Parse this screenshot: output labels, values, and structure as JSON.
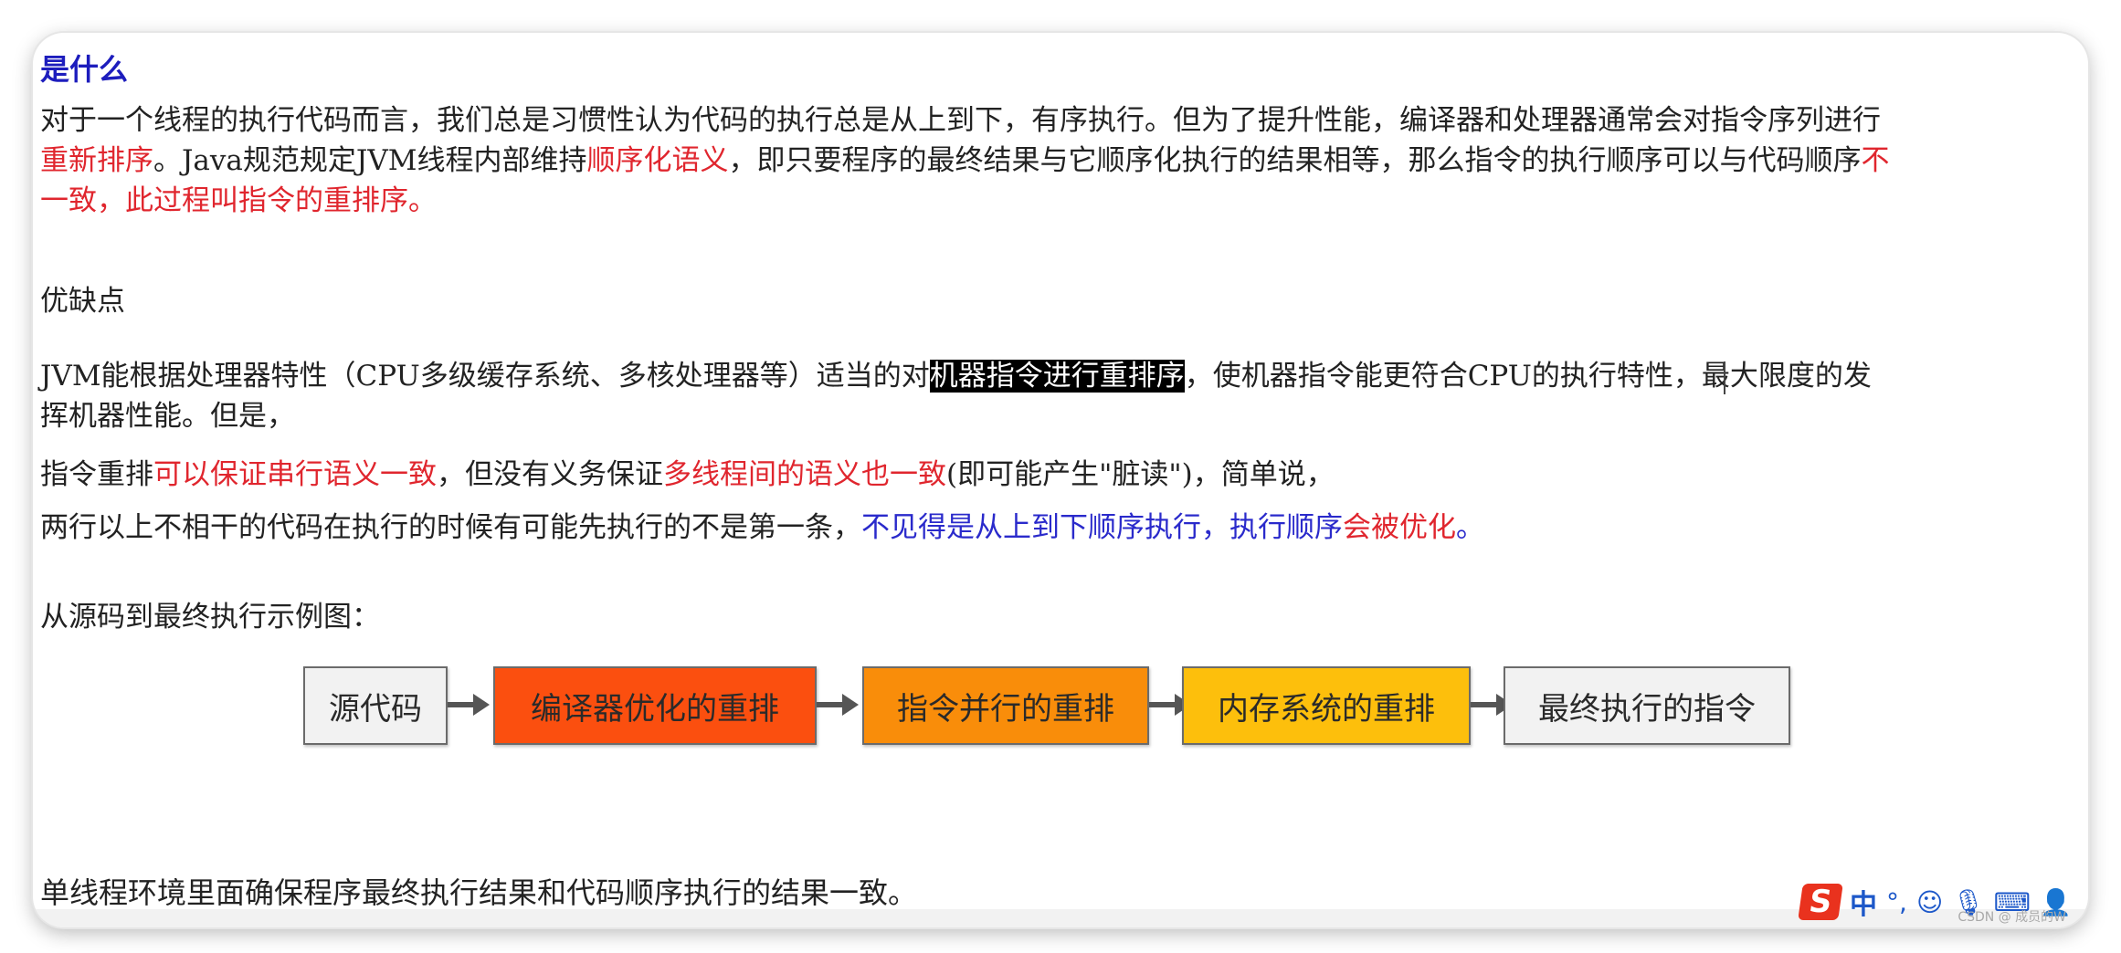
{
  "doc": {
    "heading": "是什么",
    "para1": {
      "line1": "对于一个线程的执行代码而言，我们总是习惯性认为代码的执行总是从上到下，有序执行。但为了提升性能，编译器和处理器通常会对指令序列进行",
      "line2_red1": "重新排序",
      "line2_a": "。Java规范规定JVM线程内部维持",
      "line2_red2": "顺序化语义",
      "line2_b": "，即只要程序的最终结果与它顺序化执行的结果相等，那么指令的执行顺序可以与代码顺序",
      "line2_red3": "不",
      "line3_red": "一致，此过程叫指令的重排序。"
    },
    "pros_cons_label": "优缺点",
    "para2": {
      "line1_a": "JVM能根据处理器特性（CPU多级缓存系统、多核处理器等）适当的对",
      "line1_highlight": "机器指令进行重排序",
      "line1_b": "，使机器指令能更符合CPU的执行特性，最大限度的发",
      "line2": "挥机器性能。但是，"
    },
    "para3": {
      "a": "指令重排",
      "red1": "可以保证串行语义一致",
      "b": "，但没有义务保证",
      "red2": "多线程间的语义也一致",
      "c": "(即可能产生\"脏读\")，简单说，"
    },
    "para4": {
      "a": "两行以上不相干的代码在执行的时候有可能先执行的不是第一条，",
      "blue1": "不见得是从上到下顺序执行，执行顺序",
      "red": "会被优化",
      "blue2": "。"
    },
    "diagram_caption": "从源码到最终执行示例图：",
    "last_line": "单线程环境里面确保程序最终执行结果和代码顺序执行的结果一致。"
  },
  "flow": {
    "boxes": [
      {
        "label": "源代码",
        "color": "#f2f2f2"
      },
      {
        "label": "编译器优化的重排",
        "color": "#fb4f0f"
      },
      {
        "label": "指令并行的重排",
        "color": "#f98d0a"
      },
      {
        "label": "内存系统的重排",
        "color": "#fdbf0c"
      },
      {
        "label": "最终执行的指令",
        "color": "#f2f2f2"
      }
    ]
  },
  "ime": {
    "logo": "S",
    "lang": "中",
    "icons": [
      "punctuation-icon",
      "emoji-icon",
      "microphone-icon",
      "keyboard-icon",
      "user-icon"
    ]
  },
  "watermark": "CSDN @ 成员的W"
}
